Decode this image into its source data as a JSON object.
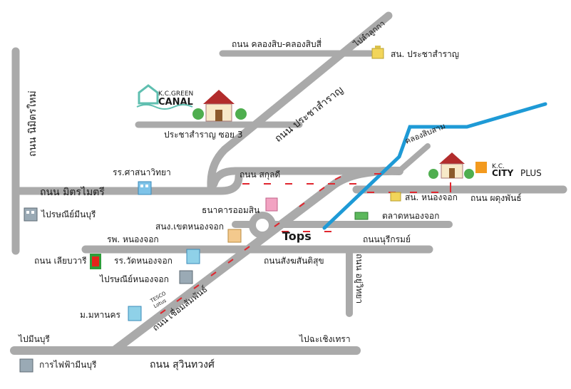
{
  "roads": {
    "khlong_sib": "ถนน คลองสิบ-คลองสิบสี่",
    "to_lam_luk_ka": "ไปลำลูกกา",
    "nimit_mai": "ถนน นิมิตรใหม่",
    "pracha_samran": "ถนน ประชาสำราญ",
    "pracha_soi3": "ประชาสำราญ ซอย 3",
    "sukhaphiban": "ถนน สกุลดี",
    "mitmaitri": "ถนน มิตรไมตรี",
    "phadungphan": "ถนน ผดุงพันธ์",
    "nuburirom": "ถนนนุรีกรมย์",
    "sangwan": "ถนนสังฆสันติสุข",
    "liap_wari": "ถนน เลียบวารี",
    "uyuwittaya": "ถนน อยู่วิทยา",
    "chueam": "ถนน เชื่อมสัมพันธ์",
    "to_minburi": "ไปมีนบุรี",
    "to_chachoengsao": "ไปฉะเชิงเทรา",
    "suwinthawong": "ถนน สุวินทวงศ์",
    "canal": "คลองสิบสาม"
  },
  "places": {
    "district_office": "สน. ประชาสำราญ",
    "school_sasana": "รร.ศาสนาวิทยา",
    "post_minburi": "ไปรษณีย์มีนบุรี",
    "gsb_bank": "ธนาคารออมสิน",
    "hospital": "รพ. หนองจอก",
    "health_center": "สนง.เขตหนองจอก",
    "school_wat": "รร.วัดหนองจอก",
    "post_nongjok": "ไปรษณีย์หนองจอก",
    "mahanakorn": "ม.มหานคร",
    "electric": "การไฟฟ้ามีนบุรี",
    "police_nongjok": "สน. หนองจอก",
    "market": "ตลาดหนองจอก"
  },
  "brands": {
    "kc_green": "K.C.GREEN",
    "canal_word": "CANAL",
    "kc": "K.C.",
    "city": "CITY",
    "plus": "PLUS",
    "tops": "Tops",
    "tesco": "TESCO",
    "lotus": "Lotus"
  },
  "colors": {
    "road": "#aaaaaa",
    "canal": "#1e9ad6",
    "route": "#e0262e",
    "green_brand": "#5fbfb0",
    "kc_orange": "#f39a1e",
    "tops_red": "#e5231b"
  },
  "icons": [
    "house-icon",
    "building-icon",
    "tree-icon",
    "tops-logo",
    "tesco-lotus-logo",
    "market-icon",
    "7-eleven-icon"
  ]
}
